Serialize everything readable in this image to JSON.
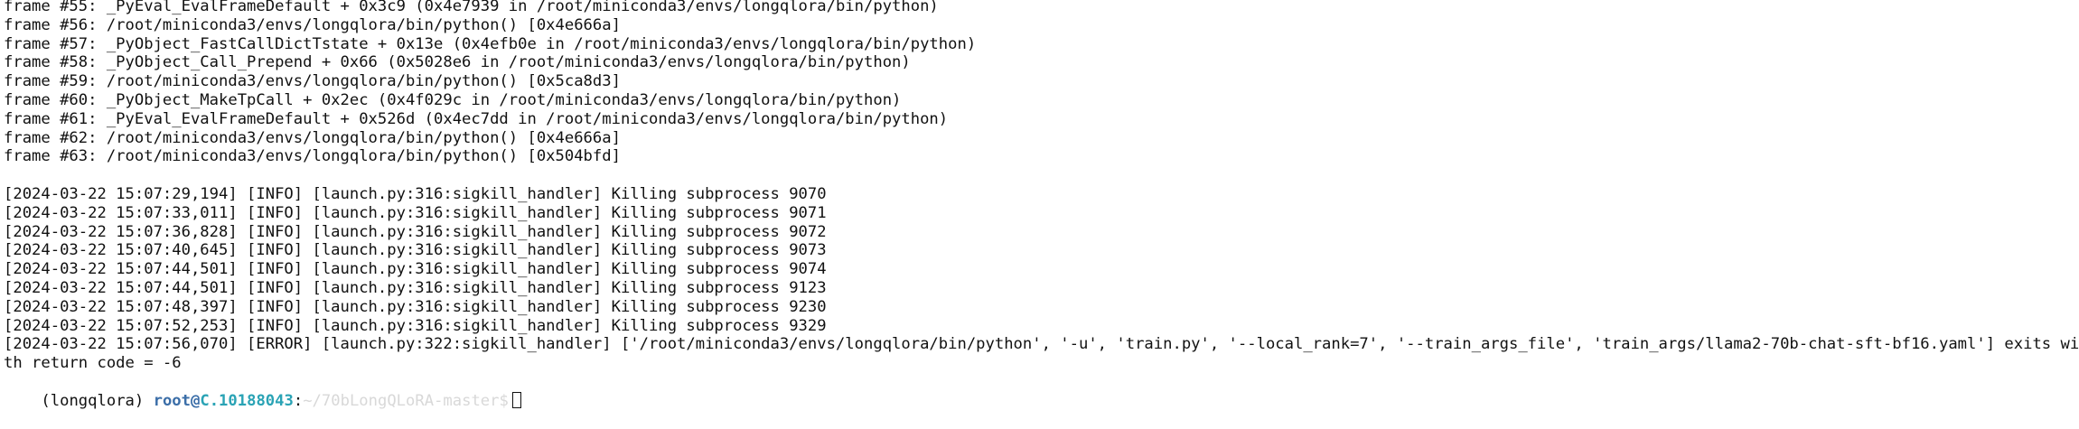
{
  "terminal": {
    "lines": [
      "frame #55: _PyEval_EvalFrameDefault + 0x3c9 (0x4e7939 in /root/miniconda3/envs/longqlora/bin/python)",
      "frame #56: /root/miniconda3/envs/longqlora/bin/python() [0x4e666a]",
      "frame #57: _PyObject_FastCallDictTstate + 0x13e (0x4efb0e in /root/miniconda3/envs/longqlora/bin/python)",
      "frame #58: _PyObject_Call_Prepend + 0x66 (0x5028e6 in /root/miniconda3/envs/longqlora/bin/python)",
      "frame #59: /root/miniconda3/envs/longqlora/bin/python() [0x5ca8d3]",
      "frame #60: _PyObject_MakeTpCall + 0x2ec (0x4f029c in /root/miniconda3/envs/longqlora/bin/python)",
      "frame #61: _PyEval_EvalFrameDefault + 0x526d (0x4ec7dd in /root/miniconda3/envs/longqlora/bin/python)",
      "frame #62: /root/miniconda3/envs/longqlora/bin/python() [0x4e666a]",
      "frame #63: /root/miniconda3/envs/longqlora/bin/python() [0x504bfd]",
      "",
      "[2024-03-22 15:07:29,194] [INFO] [launch.py:316:sigkill_handler] Killing subprocess 9070",
      "[2024-03-22 15:07:33,011] [INFO] [launch.py:316:sigkill_handler] Killing subprocess 9071",
      "[2024-03-22 15:07:36,828] [INFO] [launch.py:316:sigkill_handler] Killing subprocess 9072",
      "[2024-03-22 15:07:40,645] [INFO] [launch.py:316:sigkill_handler] Killing subprocess 9073",
      "[2024-03-22 15:07:44,501] [INFO] [launch.py:316:sigkill_handler] Killing subprocess 9074",
      "[2024-03-22 15:07:44,501] [INFO] [launch.py:316:sigkill_handler] Killing subprocess 9123",
      "[2024-03-22 15:07:48,397] [INFO] [launch.py:316:sigkill_handler] Killing subprocess 9230",
      "[2024-03-22 15:07:52,253] [INFO] [launch.py:316:sigkill_handler] Killing subprocess 9329",
      "[2024-03-22 15:07:56,070] [ERROR] [launch.py:322:sigkill_handler] ['/root/miniconda3/envs/longqlora/bin/python', '-u', 'train.py', '--local_rank=7', '--train_args_file', 'train_args/llama2-70b-chat-sft-bf16.yaml'] exits wi",
      "th return code = -6"
    ],
    "prompt": {
      "env": "(longqlora) ",
      "user": "root",
      "at": "@",
      "host": "C.10188043",
      "colon": ":",
      "path": "~/70bLongQLoRA-master$"
    },
    "colors": {
      "background": "#ffffff",
      "text": "#111111",
      "user": "#3b6ea8",
      "host": "#2aa3b5",
      "path": "#d8d8d8"
    }
  }
}
